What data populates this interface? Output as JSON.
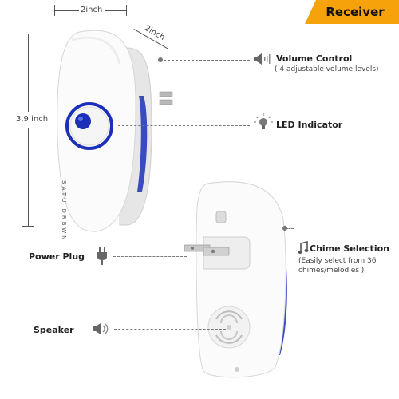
{
  "badge": {
    "label": "Receiver",
    "color": "#f5a20b"
  },
  "dimensions": {
    "width": "2inch",
    "depth": "2inch",
    "height": "3.9 inch"
  },
  "device": {
    "brand": "SATU DRBWN",
    "accent_color": "#1b2fb8"
  },
  "callouts": {
    "volume_control": {
      "icon": "speaker-low-icon",
      "title": "Volume Control",
      "note": "( 4 adjustable volume levels)"
    },
    "led_indicator": {
      "icon": "lightbulb-icon",
      "title": "LED Indicator"
    },
    "power_plug": {
      "icon": "plug-icon",
      "title": "Power Plug"
    },
    "chime_selection": {
      "icon": "music-note-icon",
      "title": "Chime Selection",
      "note_line1": "(Easily select from 36",
      "note_line2": "chimes/melodies )"
    },
    "speaker": {
      "icon": "speaker-icon",
      "title": "Speaker"
    }
  }
}
